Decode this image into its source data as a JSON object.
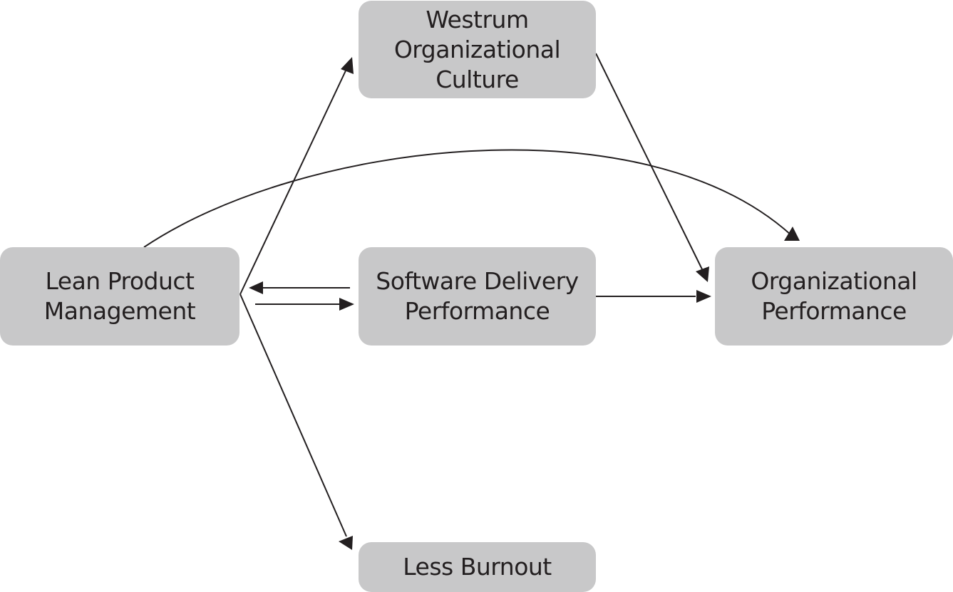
{
  "diagram": {
    "nodes": [
      {
        "id": "westrum",
        "label": "Westrum\nOrganizational\nCulture"
      },
      {
        "id": "lean",
        "label": "Lean Product\nManagement"
      },
      {
        "id": "sdp",
        "label": "Software Delivery\nPerformance"
      },
      {
        "id": "orgperf",
        "label": "Organizational\nPerformance"
      },
      {
        "id": "burnout",
        "label": "Less Burnout"
      }
    ],
    "edges": [
      {
        "from": "lean",
        "to": "westrum"
      },
      {
        "from": "lean",
        "to": "orgperf"
      },
      {
        "from": "lean",
        "to": "sdp"
      },
      {
        "from": "sdp",
        "to": "lean"
      },
      {
        "from": "lean",
        "to": "burnout"
      },
      {
        "from": "westrum",
        "to": "orgperf"
      },
      {
        "from": "sdp",
        "to": "orgperf"
      }
    ],
    "colors": {
      "box": "#c8c8c9",
      "line": "#231f20",
      "text": "#231f20"
    }
  }
}
